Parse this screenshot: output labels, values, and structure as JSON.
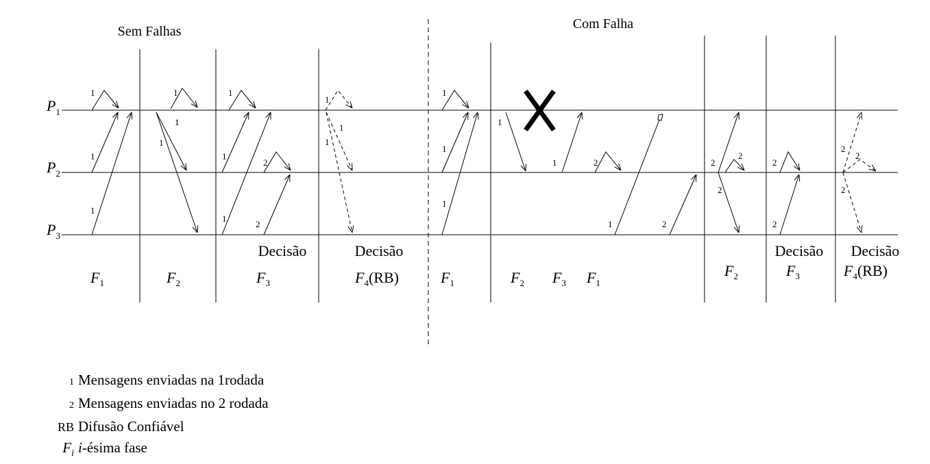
{
  "titles": {
    "left": "Sem Falhas",
    "right": "Com Falha"
  },
  "processes": [
    {
      "name": "P",
      "sub": "1"
    },
    {
      "name": "P",
      "sub": "2"
    },
    {
      "name": "P",
      "sub": "3"
    }
  ],
  "round_labels": {
    "one": "1",
    "two": "2"
  },
  "decision_label": "Decisão",
  "rb_suffix": "(RB)",
  "phase_prefix": "F",
  "phases_left": [
    {
      "sub": "1",
      "suffix": ""
    },
    {
      "sub": "2",
      "suffix": ""
    },
    {
      "sub": "3",
      "suffix": ""
    },
    {
      "sub": "4",
      "suffix": "(RB)"
    }
  ],
  "phases_right": [
    {
      "sub": "1",
      "suffix": ""
    },
    {
      "sub": "2",
      "suffix": ""
    },
    {
      "sub": "3",
      "suffix": ""
    },
    {
      "sub": "1",
      "suffix": ""
    },
    {
      "sub": "2",
      "suffix": ""
    },
    {
      "sub": "3",
      "suffix": ""
    },
    {
      "sub": "4",
      "suffix": "(RB)"
    }
  ],
  "legend": {
    "round1": {
      "key": "1",
      "text": "Mensagens enviadas na 1rodada"
    },
    "round2": {
      "key": "2",
      "text": "Mensagens enviadas no 2 rodada"
    },
    "rb": {
      "key": "RB",
      "text": "Difusão Confiável"
    },
    "phase": {
      "key_base": "F",
      "key_sub": "i",
      "text_italic": "i",
      "text": "-ésima fase"
    }
  }
}
